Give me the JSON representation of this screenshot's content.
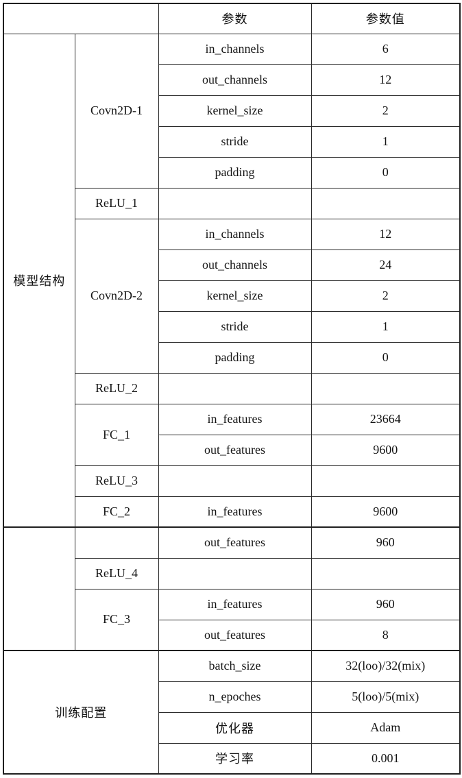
{
  "header": {
    "corner": "",
    "param": "参数",
    "value": "参数值"
  },
  "model_structure": {
    "label": "模型结构",
    "rows": [
      {
        "layer": "Covn2D-1",
        "param": "in_channels",
        "value": "6"
      },
      {
        "param": "out_channels",
        "value": "12"
      },
      {
        "param": "kernel_size",
        "value": "2"
      },
      {
        "param": "stride",
        "value": "1"
      },
      {
        "param": "padding",
        "value": "0"
      },
      {
        "layer": "ReLU_1",
        "diagonal": true
      },
      {
        "layer": "Covn2D-2",
        "param": "in_channels",
        "value": "12"
      },
      {
        "param": "out_channels",
        "value": "24"
      },
      {
        "param": "kernel_size",
        "value": "2"
      },
      {
        "param": "stride",
        "value": "1"
      },
      {
        "param": "padding",
        "value": "0"
      },
      {
        "layer": "ReLU_2",
        "diagonal": true
      },
      {
        "layer": "FC_1",
        "param": "in_features",
        "value": "23664"
      },
      {
        "param": "out_features",
        "value": "9600"
      },
      {
        "layer": "ReLU_3",
        "diagonal": true
      },
      {
        "layer": "FC_2",
        "param": "in_features",
        "value": "9600"
      }
    ]
  },
  "model_structure_continued": {
    "label": "",
    "rows": [
      {
        "layer": "",
        "param": "out_features",
        "value": "960"
      },
      {
        "layer": "ReLU_4",
        "diagonal": true
      },
      {
        "layer": "FC_3",
        "param": "in_features",
        "value": "960"
      },
      {
        "param": "out_features",
        "value": "8"
      }
    ]
  },
  "training_config": {
    "label": "训练配置",
    "rows": [
      {
        "param": "batch_size",
        "value": "32(loo)/32(mix)"
      },
      {
        "param": "n_epoches",
        "value": "5(loo)/5(mix)"
      },
      {
        "param": "优化器",
        "value": "Adam"
      },
      {
        "param": "学习率",
        "value": "0.001"
      }
    ]
  },
  "colors": {
    "border": "#2a2a2a",
    "text": "#141414",
    "background": "#ffffff"
  }
}
